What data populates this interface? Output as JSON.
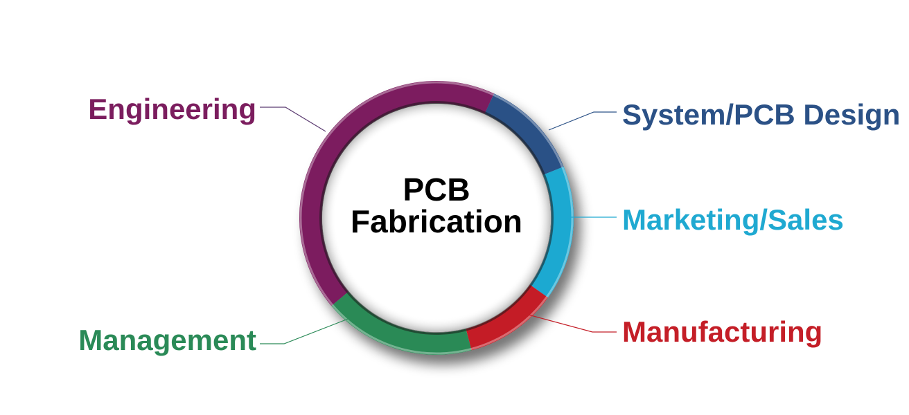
{
  "diagram": {
    "center": {
      "line1": "PCB",
      "line2": "Fabrication"
    },
    "segments": [
      {
        "id": "engineering",
        "label": "Engineering",
        "color": "#7b1d5e",
        "share": 0.43
      },
      {
        "id": "system-pcb-design",
        "label": "System/PCB Design",
        "color": "#2b5186",
        "share": 0.12
      },
      {
        "id": "marketing-sales",
        "label": "Marketing/Sales",
        "color": "#1fa9d1",
        "share": 0.16
      },
      {
        "id": "manufacturing",
        "label": "Manufacturing",
        "color": "#c41e27",
        "share": 0.11
      },
      {
        "id": "management",
        "label": "Management",
        "color": "#2a8a57",
        "share": 0.18
      }
    ]
  }
}
